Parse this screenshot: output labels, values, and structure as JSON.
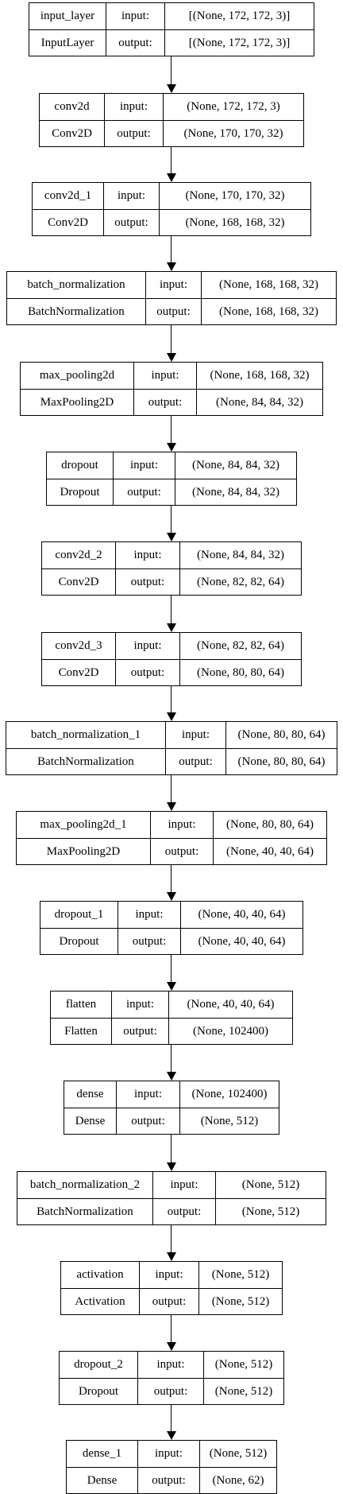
{
  "diagram": {
    "io_labels": {
      "input": "input:",
      "output": "output:"
    },
    "layers": [
      {
        "name": "input_layer",
        "type": "InputLayer",
        "input_shape": "[(None, 172, 172, 3)]",
        "output_shape": "[(None, 172, 172, 3)]"
      },
      {
        "name": "conv2d",
        "type": "Conv2D",
        "input_shape": "(None, 172, 172, 3)",
        "output_shape": "(None, 170, 170, 32)"
      },
      {
        "name": "conv2d_1",
        "type": "Conv2D",
        "input_shape": "(None, 170, 170, 32)",
        "output_shape": "(None, 168, 168, 32)"
      },
      {
        "name": "batch_normalization",
        "type": "BatchNormalization",
        "input_shape": "(None, 168, 168, 32)",
        "output_shape": "(None, 168, 168, 32)"
      },
      {
        "name": "max_pooling2d",
        "type": "MaxPooling2D",
        "input_shape": "(None, 168, 168, 32)",
        "output_shape": "(None, 84, 84, 32)"
      },
      {
        "name": "dropout",
        "type": "Dropout",
        "input_shape": "(None, 84, 84, 32)",
        "output_shape": "(None, 84, 84, 32)"
      },
      {
        "name": "conv2d_2",
        "type": "Conv2D",
        "input_shape": "(None, 84, 84, 32)",
        "output_shape": "(None, 82, 82, 64)"
      },
      {
        "name": "conv2d_3",
        "type": "Conv2D",
        "input_shape": "(None, 82, 82, 64)",
        "output_shape": "(None, 80, 80, 64)"
      },
      {
        "name": "batch_normalization_1",
        "type": "BatchNormalization",
        "input_shape": "(None, 80, 80, 64)",
        "output_shape": "(None, 80, 80, 64)"
      },
      {
        "name": "max_pooling2d_1",
        "type": "MaxPooling2D",
        "input_shape": "(None, 80, 80, 64)",
        "output_shape": "(None, 40, 40, 64)"
      },
      {
        "name": "dropout_1",
        "type": "Dropout",
        "input_shape": "(None, 40, 40, 64)",
        "output_shape": "(None, 40, 40, 64)"
      },
      {
        "name": "flatten",
        "type": "Flatten",
        "input_shape": "(None, 40, 40, 64)",
        "output_shape": "(None, 102400)"
      },
      {
        "name": "dense",
        "type": "Dense",
        "input_shape": "(None, 102400)",
        "output_shape": "(None, 512)"
      },
      {
        "name": "batch_normalization_2",
        "type": "BatchNormalization",
        "input_shape": "(None, 512)",
        "output_shape": "(None, 512)"
      },
      {
        "name": "activation",
        "type": "Activation",
        "input_shape": "(None, 512)",
        "output_shape": "(None, 512)"
      },
      {
        "name": "dropout_2",
        "type": "Dropout",
        "input_shape": "(None, 512)",
        "output_shape": "(None, 512)"
      },
      {
        "name": "dense_1",
        "type": "Dense",
        "input_shape": "(None, 512)",
        "output_shape": "(None, 62)"
      }
    ]
  }
}
